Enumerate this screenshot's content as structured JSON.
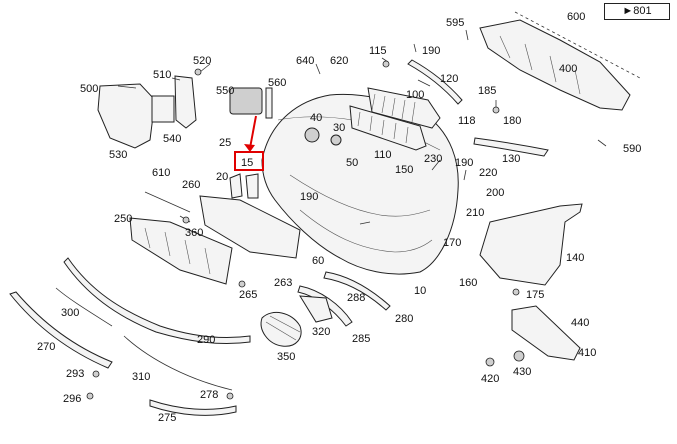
{
  "reference": {
    "arrow": "►",
    "label": "801"
  },
  "highlight_color": "#e00000",
  "highlighted_part": "15",
  "parts": {
    "p10": "10",
    "p15": "15",
    "p20": "20",
    "p25": "25",
    "p30": "30",
    "p40": "40",
    "p50": "50",
    "p60": "60",
    "p100": "100",
    "p110": "110",
    "p115": "115",
    "p118": "118",
    "p120": "120",
    "p130": "130",
    "p140": "140",
    "p150": "150",
    "p160": "160",
    "p170": "170",
    "p175": "175",
    "p180": "180",
    "p185": "185",
    "p190a": "190",
    "p190b": "190",
    "p190c": "190",
    "p200": "200",
    "p210": "210",
    "p220": "220",
    "p230": "230",
    "p250": "250",
    "p260": "260",
    "p263": "263",
    "p265": "265",
    "p270": "270",
    "p275": "275",
    "p278": "278",
    "p280": "280",
    "p285": "285",
    "p288": "288",
    "p290": "290",
    "p293": "293",
    "p296": "296",
    "p300": "300",
    "p310": "310",
    "p320": "320",
    "p350": "350",
    "p360": "360",
    "p400": "400",
    "p410": "410",
    "p420": "420",
    "p430": "430",
    "p440": "440",
    "p500": "500",
    "p510": "510",
    "p520": "520",
    "p530": "530",
    "p540": "540",
    "p550": "550",
    "p560": "560",
    "p590": "590",
    "p595": "595",
    "p600": "600",
    "p610": "610",
    "p620": "620",
    "p640": "640"
  }
}
